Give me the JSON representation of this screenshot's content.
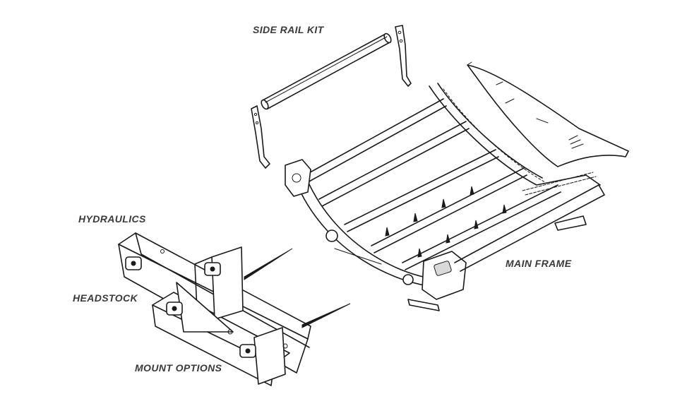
{
  "labels": {
    "side_rail_kit": "SIDE RAIL KIT",
    "hydraulics": "HYDRAULICS",
    "headstock": "HEADSTOCK",
    "mount_options": "MOUNT OPTIONS",
    "main_frame": "MAIN FRAME"
  },
  "colors": {
    "label_text": "#3a3a3a",
    "line_art": "#1a1a1a",
    "background": "#ffffff"
  }
}
